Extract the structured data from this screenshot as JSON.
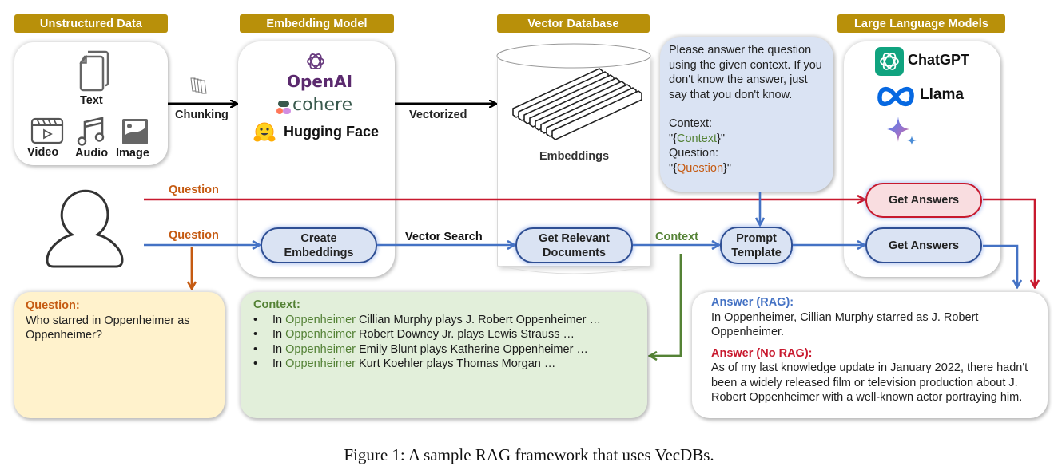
{
  "headers": {
    "unstructured": "Unstructured Data",
    "embedding": "Embedding Model",
    "vectordb": "Vector Database",
    "llm": "Large Language Models"
  },
  "unstructured": {
    "items": [
      {
        "label": "Text",
        "icon": "documents-icon"
      },
      {
        "label": "Video",
        "icon": "video-clapper-icon"
      },
      {
        "label": "Audio",
        "icon": "music-note-icon"
      },
      {
        "label": "Image",
        "icon": "image-icon"
      }
    ]
  },
  "flow_labels": {
    "chunking": "Chunking",
    "vectorized": "Vectorized",
    "question_top": "Question",
    "question_bottom": "Question",
    "vector_search": "Vector Search",
    "context": "Context"
  },
  "embedding_models": [
    {
      "name": "OpenAI",
      "icon": "openai-logo-icon",
      "color": "#5b2a6e"
    },
    {
      "name": "cohere",
      "icon": "cohere-logo-icon",
      "color": "#39594d"
    },
    {
      "name": "Hugging Face",
      "icon": "hugging-face-emoji-icon",
      "color": "#111111"
    }
  ],
  "vectordb": {
    "embeddings_label": "Embeddings"
  },
  "prompt": {
    "instruction": "Please answer the question using the given context. If you don't know the answer, just say that you don't know.",
    "context_label": "Context:",
    "context_open": "\"{",
    "context_var": "Context",
    "context_close": "}\"",
    "question_label": "Question:",
    "question_open": "\"{",
    "question_var": "Question",
    "question_close": "}\""
  },
  "llms": [
    {
      "name": "ChatGPT",
      "icon": "chatgpt-logo-icon"
    },
    {
      "name": "Llama",
      "icon": "meta-infinity-logo-icon"
    },
    {
      "name": "",
      "icon": "gemini-sparkle-icon"
    }
  ],
  "nodes": {
    "create_embeddings": "Create Embeddings",
    "get_relevant_documents": "Get Relevant Documents",
    "prompt_template": "Prompt Template",
    "get_answers_rag": "Get Answers",
    "get_answers_norag": "Get Answers"
  },
  "question_box": {
    "title": "Question:",
    "text": "Who starred in Oppenheimer as Oppenheimer?"
  },
  "context_box": {
    "title": "Context:",
    "items": [
      {
        "prefix": "In ",
        "movie": "Oppenheimer",
        "rest": " Cillian Murphy plays J. Robert Oppenheimer …"
      },
      {
        "prefix": "In ",
        "movie": "Oppenheimer",
        "rest": " Robert Downey Jr. plays Lewis Strauss …"
      },
      {
        "prefix": "In ",
        "movie": "Oppenheimer",
        "rest": " Emily Blunt plays Katherine Oppenheimer …"
      },
      {
        "prefix": "In ",
        "movie": "Oppenheimer",
        "rest": " Kurt Koehler plays Thomas Morgan …"
      }
    ]
  },
  "answer_box": {
    "rag_title": "Answer (RAG):",
    "rag_text": "In Oppenheimer, Cillian Murphy starred as J. Robert Oppenheimer.",
    "norag_title": "Answer (No RAG):",
    "norag_text": "As of my last knowledge update in January 2022, there hadn't been a widely released film or television production about J. Robert Oppenheimer with a well-known actor portraying him."
  },
  "colors": {
    "header_bg": "#b8900a",
    "rag_flow": "#4472c4",
    "norag_flow": "#c8192e",
    "context_flow": "#548235",
    "question_flow": "#c55a11"
  },
  "caption": "Figure 1: A sample RAG framework that uses VecDBs."
}
